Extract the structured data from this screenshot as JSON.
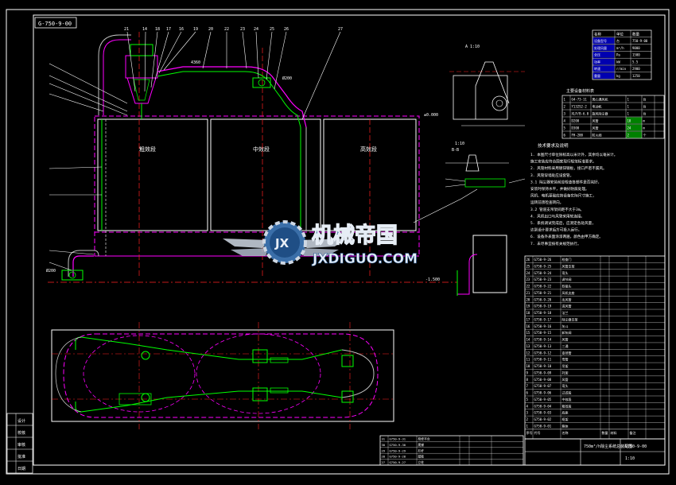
{
  "drawing": {
    "top_label": "G-750-9-00",
    "plan_label": "A 1:10",
    "detail_label": "1:10",
    "detail_label_b": "B-B",
    "rooms": [
      "粗效段",
      "中效段",
      "高效段"
    ],
    "top_dim": "4360",
    "side_dim": "Ø200",
    "level_marks": [
      "±0.000",
      "-1.500"
    ]
  },
  "legend_table": {
    "headers": [
      "名称",
      "单位",
      "数量"
    ],
    "rows": [
      [
        "设备型号",
        "台",
        "750-9-00"
      ],
      [
        "处理风量",
        "m³/h",
        "9000"
      ],
      [
        "全压",
        "Pa",
        "1500"
      ],
      [
        "功率",
        "kW",
        "5.5"
      ],
      [
        "转速",
        "r/min",
        "2900"
      ],
      [
        "重量",
        "kg",
        "1250"
      ]
    ]
  },
  "equipment_table": {
    "title": "主要设备材料表",
    "rows": [
      [
        "1",
        "G4-73-11",
        "离心通风机",
        "1",
        "台"
      ],
      [
        "2",
        "Y132S2-2",
        "电动机",
        "1",
        "台"
      ],
      [
        "3",
        "XLP/B-6.0",
        "旋风除尘器",
        "1",
        "台"
      ],
      [
        "4",
        "D200",
        "风管",
        "18",
        "m"
      ],
      [
        "5",
        "D300",
        "风管",
        "24",
        "m"
      ],
      [
        "6",
        "FH-200",
        "防火阀",
        "2",
        "个"
      ]
    ]
  },
  "notes": {
    "heading": "技术要求及说明",
    "lines": [
      "1. 本图尺寸单位除标高以米计外，其余均以毫米计。",
      "   施工安装应符合国家现行规范标准要求。",
      "2. 风管材料采用镀锌钢板，接口严密不漏风。",
      "3. 风管穿墙处应设套管。",
      "3.1 除尘器安装前应检查各部件是否完好，",
      "    安装时保持水平，并做好防腐处理。",
      "    风机、电机基础应按设备实际尺寸施工，",
      "    运转前须检查转向。",
      "3.2 管道支吊架间距不大于3m。",
      "4. 风机出口与风管采用软连接。",
      "5. 系统调试完成后，应测定各处风量，",
      "   达到设计要求后方可投入运行。",
      "6. 设备外表面涂漆两遍，颜色由甲方确定。",
      "7. 未尽事宜按有关规范执行。"
    ]
  },
  "parts_list": {
    "rows": [
      [
        "26",
        "G750-9-26",
        "检查门"
      ],
      [
        "25",
        "G750-9-25",
        "风管支架"
      ],
      [
        "24",
        "G750-9-24",
        "弯头"
      ],
      [
        "23",
        "G750-9-23",
        "调节阀"
      ],
      [
        "22",
        "G750-9-22",
        "软接头"
      ],
      [
        "21",
        "G750-9-21",
        "风机支座"
      ],
      [
        "20",
        "G750-9-20",
        "出风管"
      ],
      [
        "19",
        "G750-9-19",
        "进风管"
      ],
      [
        "18",
        "G750-9-18",
        "法兰"
      ],
      [
        "17",
        "G750-9-17",
        "除尘器支架"
      ],
      [
        "16",
        "G750-9-16",
        "灰斗"
      ],
      [
        "15",
        "G750-9-15",
        "卸灰阀"
      ],
      [
        "14",
        "G750-9-14",
        "风管"
      ],
      [
        "13",
        "G750-9-13",
        "三通"
      ],
      [
        "12",
        "G750-9-12",
        "变径管"
      ],
      [
        "11",
        "G750-9-11",
        "弯管"
      ],
      [
        "10",
        "G750-9-10",
        "吊架"
      ],
      [
        "9",
        "G750-9-09",
        "托架"
      ],
      [
        "8",
        "G750-9-08",
        "风管"
      ],
      [
        "7",
        "G750-9-07",
        "弯头"
      ],
      [
        "6",
        "G750-9-06",
        "过滤段"
      ],
      [
        "5",
        "G750-9-05",
        "中效段"
      ],
      [
        "4",
        "G750-9-04",
        "粗效段"
      ],
      [
        "3",
        "G750-9-03",
        "底座"
      ],
      [
        "2",
        "G750-9-02",
        "框架"
      ],
      [
        "1",
        "G750-9-01",
        "箱体"
      ]
    ],
    "header": [
      "序号",
      "代号",
      "名称",
      "数量",
      "材料",
      "备注"
    ]
  },
  "title_block": {
    "name": "750m³/h除尘系统总装配图",
    "drawing_no": "G750-9-00",
    "scale": "1:10"
  },
  "bottom_list": {
    "rows": [
      [
        "31",
        "G750-9-31",
        "检修平台"
      ],
      [
        "30",
        "G750-9-30",
        "爬梯"
      ],
      [
        "29",
        "G750-9-29",
        "栏杆"
      ],
      [
        "28",
        "G750-9-28",
        "踏板"
      ],
      [
        "27",
        "G750-9-27",
        "立柱"
      ]
    ]
  },
  "left_strip": [
    "设计",
    "校核",
    "审核",
    "批准",
    "日期"
  ],
  "callout_numbers": [
    "21",
    "14",
    "18",
    "17",
    "16",
    "19",
    "20",
    "22",
    "23",
    "24",
    "25",
    "26",
    "27"
  ],
  "watermark": {
    "brand": "机械帝国",
    "domain": "JXDIGUO.COM",
    "logo_letters": "JX"
  },
  "colors": {
    "background": "#000000",
    "frame": "#ffffff",
    "duct": "#ff00ff",
    "equipment": "#00ff00",
    "dimension": "#ff2020",
    "pipe": "#c0c0c0",
    "table_fill": "#0000b0"
  }
}
